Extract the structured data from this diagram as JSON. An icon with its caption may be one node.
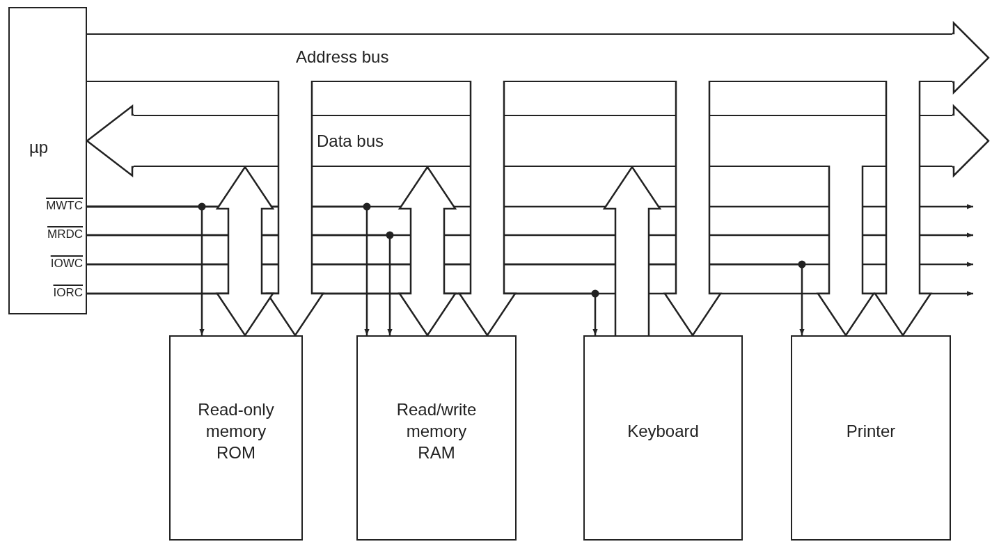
{
  "diagram": {
    "nodes": [
      {
        "text": [
          "µp",
          "MWTC",
          "MRDC",
          "IOWC",
          "IORC"
        ]
      },
      {
        "text": [
          "Address bus"
        ]
      },
      {
        "text": [
          "Data bus"
        ]
      },
      {
        "text": [
          "Read-only memory ROM"
        ]
      },
      {
        "text": [
          "Read/write memory RAM"
        ]
      },
      {
        "text": [
          "Keyboard"
        ]
      },
      {
        "text": [
          "Printer"
        ]
      }
    ],
    "edges": [
      {
        "from": 1,
        "to": 3,
        "arrow": "to",
        "style": "thick"
      },
      {
        "from": 2,
        "to": 3,
        "arrow": "both",
        "style": "thick"
      },
      {
        "from": 1,
        "to": 4,
        "arrow": "to",
        "style": "thick"
      },
      {
        "from": 2,
        "to": 4,
        "arrow": "both",
        "style": "thick"
      },
      {
        "from": 5,
        "to": 2,
        "arrow": "to",
        "style": "thick"
      },
      {
        "from": 1,
        "to": 5,
        "arrow": "to",
        "style": "thick"
      },
      {
        "from": 2,
        "to": 6,
        "arrow": "to",
        "style": "thick"
      },
      {
        "from": 1,
        "to": 6,
        "arrow": "to",
        "style": "thick"
      },
      {
        "from": 0,
        "to": 3,
        "arrow": "to"
      },
      {
        "from": 0,
        "to": 4,
        "arrow": "to"
      },
      {
        "from": 0,
        "to": 4,
        "arrow": "to"
      },
      {
        "from": 0,
        "to": 5,
        "arrow": "to"
      },
      {
        "from": 0,
        "to": 6,
        "arrow": "to"
      },
      {
        "from": 0,
        "to": null,
        "arrow": "to"
      },
      {
        "from": 0,
        "to": null,
        "arrow": "to"
      },
      {
        "from": 0,
        "to": null,
        "arrow": "to"
      },
      {
        "from": 0,
        "to": null,
        "arrow": "to"
      },
      {
        "from": 1,
        "to": null,
        "arrow": "to",
        "style": "thick"
      },
      {
        "from": 2,
        "to": 0,
        "arrow": "to",
        "style": "thick"
      },
      {
        "from": 2,
        "to": null,
        "arrow": "to",
        "style": "thick"
      }
    ]
  }
}
